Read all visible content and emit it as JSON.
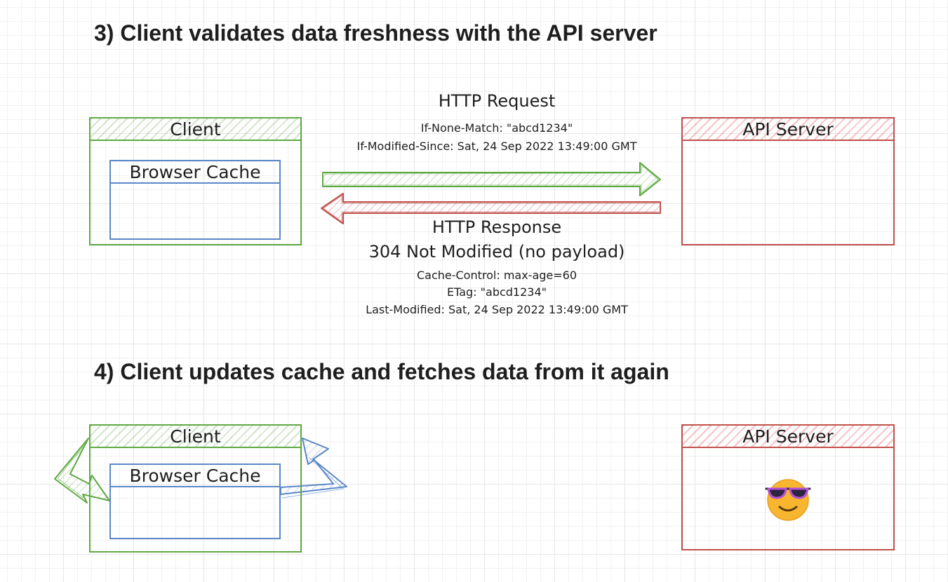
{
  "section3": {
    "heading": "3) Client validates data freshness with the API server"
  },
  "section4": {
    "heading": "4) Client updates cache and fetches data from it again"
  },
  "client": {
    "title": "Client",
    "cache_title": "Browser Cache"
  },
  "server": {
    "title": "API Server"
  },
  "request": {
    "title": "HTTP Request",
    "if_none_match": "If-None-Match: \"abcd1234\"",
    "if_modified_since": "If-Modified-Since: Sat, 24 Sep 2022 13:49:00 GMT"
  },
  "response": {
    "title": "HTTP Response",
    "status": "304 Not Modified (no payload)",
    "cache_control": "Cache-Control: max-age=60",
    "etag": "ETag: \"abcd1234\"",
    "last_modified": "Last-Modified: Sat, 24 Sep 2022 13:49:00 GMT"
  },
  "colors": {
    "client": "#5fa944",
    "server": "#c0504d",
    "cache": "#5b87c9",
    "text": "#1e1e1e"
  },
  "icons": {
    "server_status": "sunglasses-face-icon"
  }
}
